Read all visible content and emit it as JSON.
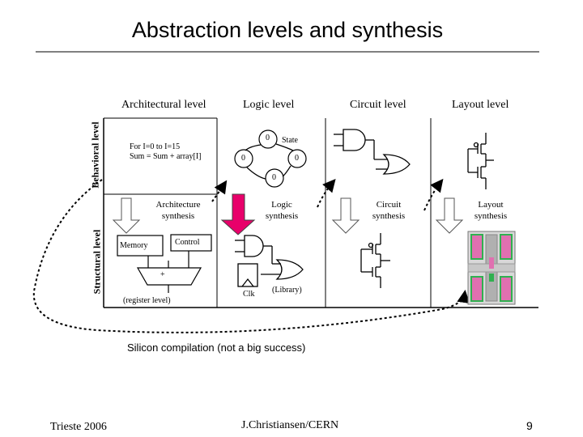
{
  "title": "Abstraction levels and synthesis",
  "columns": {
    "architectural": "Architectural level",
    "logic": "Logic level",
    "circuit": "Circuit level",
    "layout": "Layout level"
  },
  "rows": {
    "behavioral": "Behavioral level",
    "structural": "Structural level"
  },
  "behavioral_code": {
    "line1": "For I=0 to I=15",
    "line2": "Sum = Sum + array[I]"
  },
  "state_machine": {
    "state_label": "State",
    "states": [
      "0",
      "0",
      "0",
      "0"
    ]
  },
  "synthesis": {
    "architecture_1": "Architecture",
    "architecture_2": "synthesis",
    "logic_1": "Logic",
    "logic_2": "synthesis",
    "circuit_1": "Circuit",
    "circuit_2": "synthesis",
    "layout_1": "Layout",
    "layout_2": "synthesis"
  },
  "structural": {
    "memory": "Memory",
    "control": "Control",
    "adder": "+",
    "register_note": "(register level)",
    "clk": "Clk",
    "library": "(Library)"
  },
  "silicon_compilation": "Silicon compilation (not a big success)",
  "footer": {
    "left": "Trieste 2006",
    "center": "J.Christiansen/CERN",
    "page": "9"
  },
  "colors": {
    "highlight_arrow": "#e8006a",
    "layout_pink": "#e070b0",
    "layout_green": "#30b050",
    "layout_gray": "#b0b0b0"
  }
}
